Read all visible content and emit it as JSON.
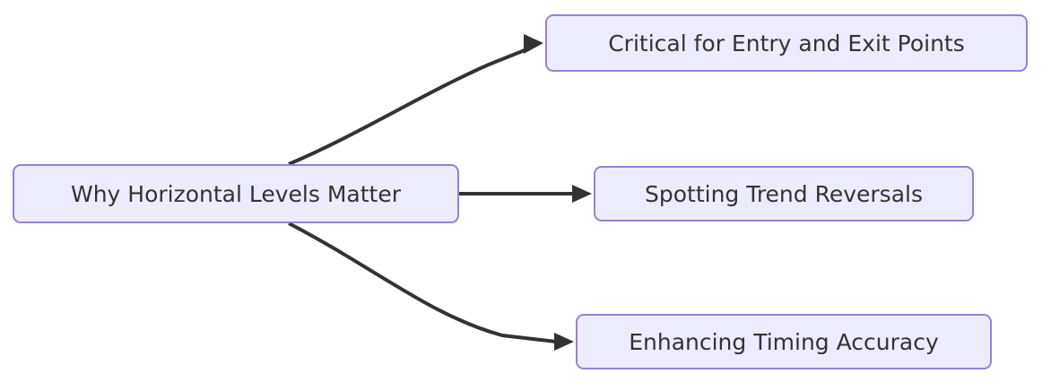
{
  "diagram": {
    "type": "flowchart",
    "direction": "left-to-right",
    "background_color": "#ffffff",
    "node_fill_color": "#ececfe",
    "node_border_color": "#9a7fd8",
    "node_text_color": "#333333",
    "edge_color": "#333333",
    "nodes": [
      {
        "id": "root",
        "label": "Why Horizontal Levels Matter"
      },
      {
        "id": "top",
        "label": "Critical for Entry and Exit Points"
      },
      {
        "id": "middle",
        "label": "Spotting Trend Reversals"
      },
      {
        "id": "bottom",
        "label": "Enhancing Timing Accuracy"
      }
    ],
    "edges": [
      {
        "from": "root",
        "to": "top",
        "label": ""
      },
      {
        "from": "root",
        "to": "middle",
        "label": ""
      },
      {
        "from": "root",
        "to": "bottom",
        "label": ""
      }
    ]
  }
}
